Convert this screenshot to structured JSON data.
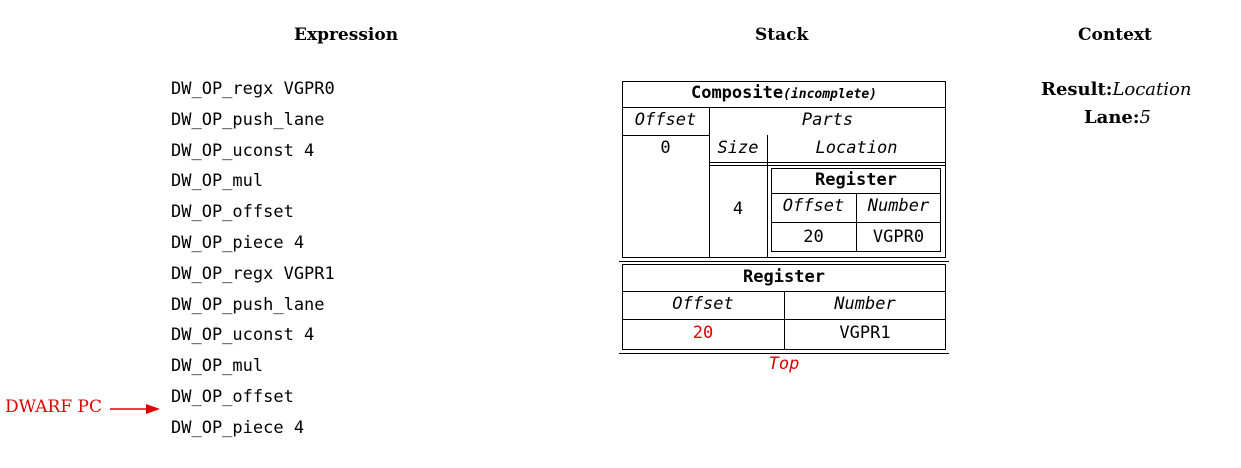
{
  "headers": {
    "expression": "Expression",
    "stack": "Stack",
    "context": "Context"
  },
  "expression_ops": [
    "DW_OP_regx VGPR0",
    "DW_OP_push_lane",
    "DW_OP_uconst 4",
    "DW_OP_mul",
    "DW_OP_offset",
    "DW_OP_piece 4",
    "DW_OP_regx VGPR1",
    "DW_OP_push_lane",
    "DW_OP_uconst 4",
    "DW_OP_mul",
    "DW_OP_offset",
    "DW_OP_piece 4"
  ],
  "dwarf_pc": {
    "label": "DWARF PC",
    "points_to_index": 11,
    "color": "#e00000"
  },
  "stack": {
    "composite": {
      "title": "Composite",
      "status": "(incomplete)",
      "offset_header": "Offset",
      "parts_header": "Parts",
      "offset_value": "0",
      "size_header": "Size",
      "location_header": "Location",
      "size_value": "4",
      "register": {
        "title": "Register",
        "offset_header": "Offset",
        "number_header": "Number",
        "offset_value": "20",
        "number_value": "VGPR0"
      }
    },
    "top_register": {
      "title": "Register",
      "offset_header": "Offset",
      "number_header": "Number",
      "offset_value": "20",
      "number_value": "VGPR1",
      "offset_value_color": "#e00000"
    },
    "top_label": "Top"
  },
  "context": {
    "result_key": "Result:",
    "result_value": "Location",
    "lane_key": "Lane:",
    "lane_value": "5"
  }
}
